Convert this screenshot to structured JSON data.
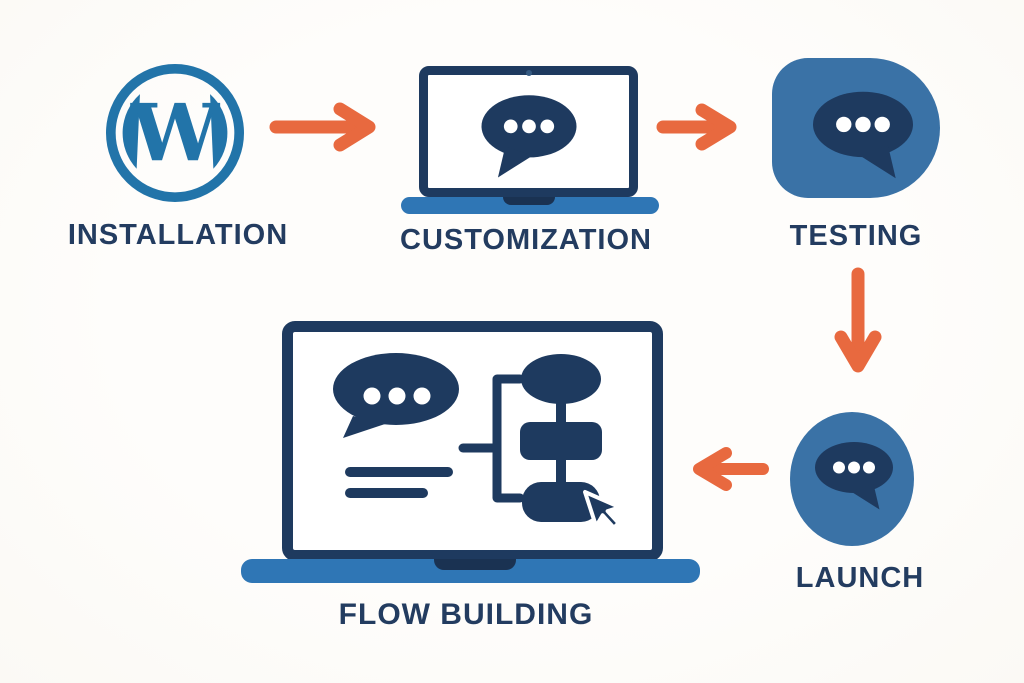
{
  "diagram": {
    "subject": "chatbot-setup-process-flow",
    "steps": [
      {
        "id": "installation",
        "label": "INSTALLATION",
        "icon": "wordpress-logo-icon"
      },
      {
        "id": "customization",
        "label": "CUSTOMIZATION",
        "icon": "laptop-chat-icon"
      },
      {
        "id": "testing",
        "label": "TESTING",
        "icon": "chat-bubble-blob-icon"
      },
      {
        "id": "launch",
        "label": "LAUNCH",
        "icon": "chat-bubble-circle-icon"
      },
      {
        "id": "flow_building",
        "label": "FLOW BUILDING",
        "icon": "laptop-flowchart-icon"
      }
    ],
    "arrows": [
      {
        "from": "installation",
        "to": "customization",
        "direction": "right"
      },
      {
        "from": "customization",
        "to": "testing",
        "direction": "right"
      },
      {
        "from": "testing",
        "to": "launch",
        "direction": "down"
      },
      {
        "from": "launch",
        "to": "flow_building",
        "direction": "left"
      }
    ],
    "wordpress": {
      "letter": "W"
    }
  },
  "palette": {
    "bg": "#FBF9F5",
    "navy": "#1E3A5F",
    "navy-dark": "#1A3252",
    "blue": "#2F76B5",
    "blue-soft": "#3A72A6",
    "wp-blue": "#2274A9",
    "orange": "#E8693F",
    "text": "#233C60",
    "white": "#FFFFFF"
  }
}
